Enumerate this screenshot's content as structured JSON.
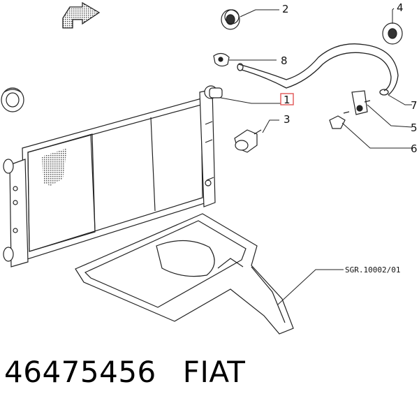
{
  "diagram": {
    "callouts": [
      {
        "id": "1",
        "label": "1",
        "highlighted": true
      },
      {
        "id": "2",
        "label": "2"
      },
      {
        "id": "3",
        "label": "3"
      },
      {
        "id": "4",
        "label": "4"
      },
      {
        "id": "5",
        "label": "5"
      },
      {
        "id": "6",
        "label": "6"
      },
      {
        "id": "7",
        "label": "7"
      },
      {
        "id": "8",
        "label": "8"
      }
    ],
    "reference_code": "SGR.10002/01",
    "highlight_color": "#e05555"
  },
  "caption": {
    "part_number": "46475456",
    "brand": "FIAT"
  }
}
